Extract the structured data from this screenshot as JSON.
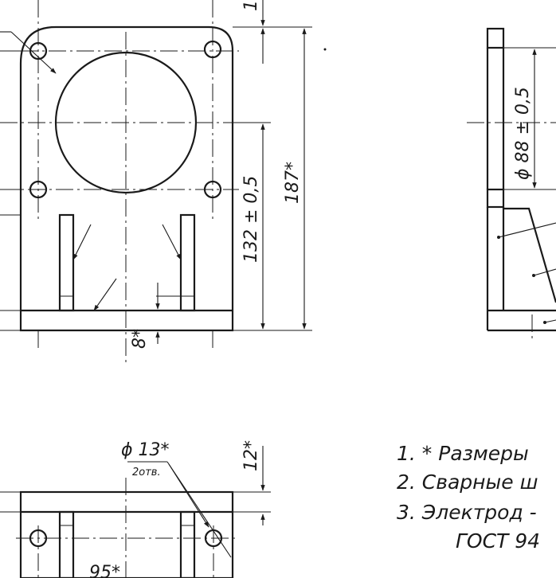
{
  "dimensions": {
    "height_132": "132 ± 0,5",
    "height_187": "187*",
    "thickness_8": "8*",
    "dia_88": "ϕ 88 ± 0,5",
    "hole_dia": "ϕ 13*",
    "hole_count": "2отв.",
    "offset_12": "12*",
    "dim_95": "95*",
    "dim_1": "1"
  },
  "notes": {
    "n1": "1. * Размеры",
    "n2": "2. Сварные  ш",
    "n3": "3. Электрод  -",
    "n3b": "ГОСТ  94"
  }
}
